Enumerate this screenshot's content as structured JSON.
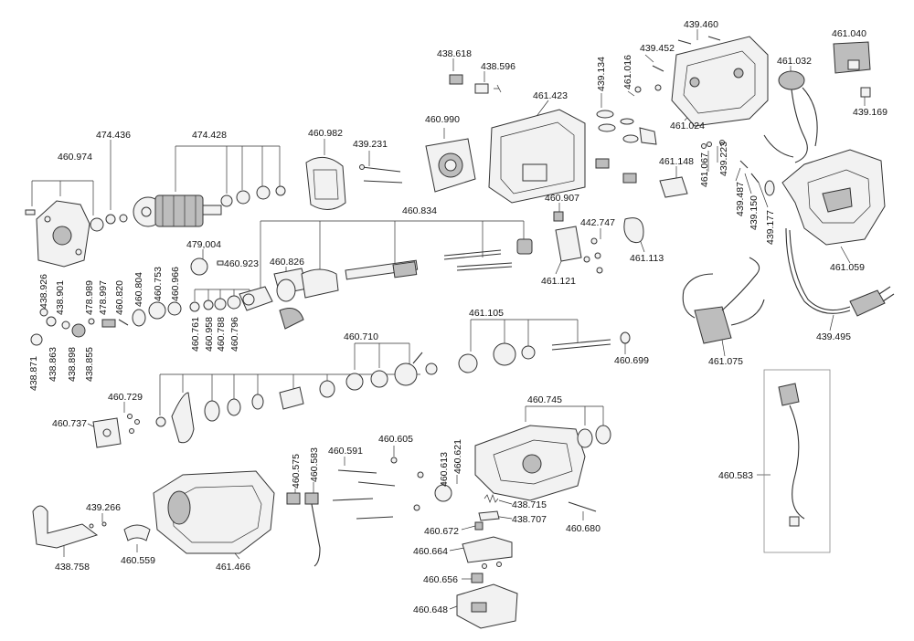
{
  "diagram": {
    "labels": {
      "l439460": "439.460",
      "l461040": "461.040",
      "l438618": "438.618",
      "l438596": "438.596",
      "l439134": "439.134",
      "l461016": "461.016",
      "l439452": "439.452",
      "l461032": "461.032",
      "l439169": "439.169",
      "l461423": "461.423",
      "l460990": "460.990",
      "l461024": "461.024",
      "l474436": "474.436",
      "l474428": "474.428",
      "l460982": "460.982",
      "l439231": "439.231",
      "l460974": "460.974",
      "l461148": "461.148",
      "l461067": "461.067",
      "l439223": "439.223",
      "l439487": "439.487",
      "l439150": "439.150",
      "l439177": "439.177",
      "l460907": "460.907",
      "l460834": "460.834",
      "l442747": "442.747",
      "l461113": "461.113",
      "l461059": "461.059",
      "l479004": "479,004",
      "l460923": "460.923",
      "l460826": "460.826",
      "l461121": "461.121",
      "l438926": "438.926",
      "l438901": "438.901",
      "l478989": "478.989",
      "l478997": "478.997",
      "l460820": "460.820",
      "l460804": "460.804",
      "l460753": "460.753",
      "l460966": "460.966",
      "l460761": "460.761",
      "l460958": "460.958",
      "l460788": "460.788",
      "l460796": "460.796",
      "l438871": "438.871",
      "l438863": "438.863",
      "l438898": "438.898",
      "l438855": "438.855",
      "l460710": "460.710",
      "l461105": "461.105",
      "l460699": "460.699",
      "l461075": "461.075",
      "l439495": "439.495",
      "l460729": "460.729",
      "l460737": "460.737",
      "l460745": "460.745",
      "l460583r": "460.583",
      "l460605": "460.605",
      "l460575": "460.575",
      "l460583": "460.583",
      "l460591": "460.591",
      "l460613": "460.613",
      "l460621": "460.621",
      "l438715": "438.715",
      "l438707": "438.707",
      "l460672": "460.672",
      "l460680": "460.680",
      "l439266": "439.266",
      "l460664": "460.664",
      "l438758": "438.758",
      "l460559": "460.559",
      "l461466": "461.466",
      "l460656": "460.656",
      "l460648": "460.648"
    }
  }
}
